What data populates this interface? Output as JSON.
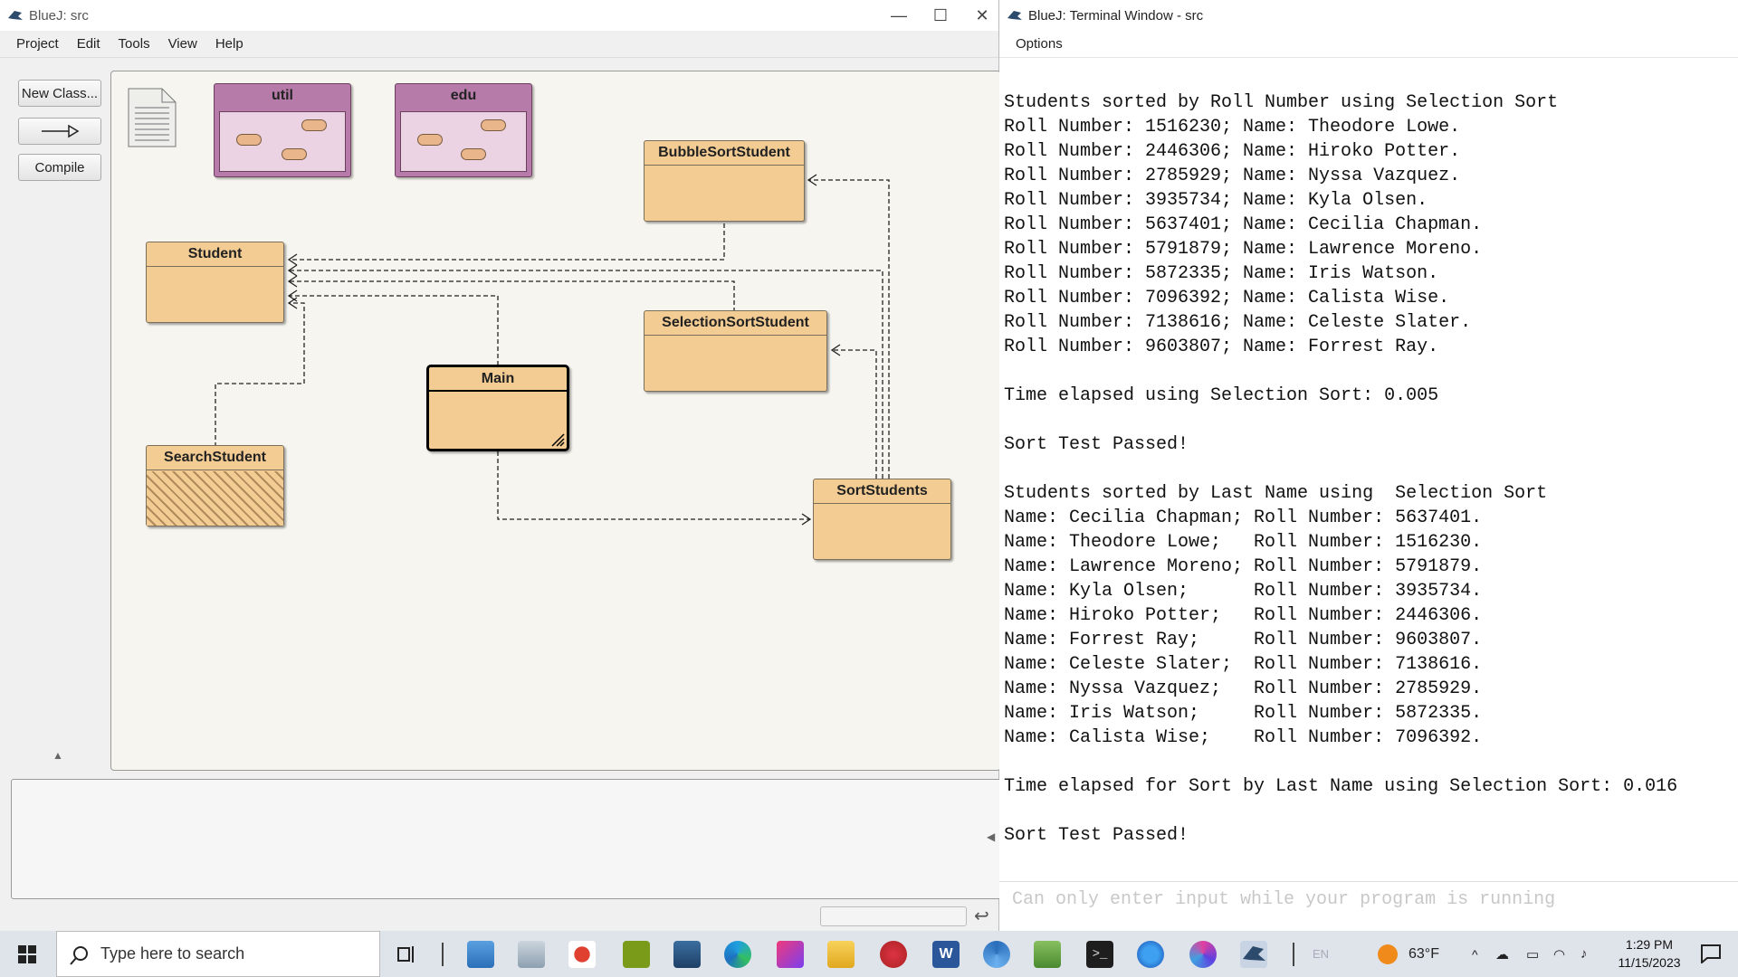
{
  "bluej": {
    "title": "BlueJ:  src",
    "menu": [
      "Project",
      "Edit",
      "Tools",
      "View",
      "Help"
    ],
    "sidebar": {
      "new_class": "New Class...",
      "arrow": "—▷",
      "compile": "Compile"
    },
    "packages": [
      {
        "name": "util"
      },
      {
        "name": "edu"
      }
    ],
    "classes": {
      "bubble": "BubbleSortStudent",
      "student": "Student",
      "selection": "SelectionSortStudent",
      "main": "Main",
      "search": "SearchStudent",
      "sort": "SortStudents"
    }
  },
  "terminal": {
    "title": "BlueJ: Terminal Window - src",
    "menu": "Options",
    "lines": [
      "Students sorted by Roll Number using Selection Sort",
      "Roll Number: 1516230; Name: Theodore Lowe.",
      "Roll Number: 2446306; Name: Hiroko Potter.",
      "Roll Number: 2785929; Name: Nyssa Vazquez.",
      "Roll Number: 3935734; Name: Kyla Olsen.",
      "Roll Number: 5637401; Name: Cecilia Chapman.",
      "Roll Number: 5791879; Name: Lawrence Moreno.",
      "Roll Number: 5872335; Name: Iris Watson.",
      "Roll Number: 7096392; Name: Calista Wise.",
      "Roll Number: 7138616; Name: Celeste Slater.",
      "Roll Number: 9603807; Name: Forrest Ray.",
      "",
      "Time elapsed using Selection Sort: 0.005",
      "",
      "Sort Test Passed!",
      "",
      "Students sorted by Last Name using  Selection Sort",
      "Name: Cecilia Chapman; Roll Number: 5637401.",
      "Name: Theodore Lowe;   Roll Number: 1516230.",
      "Name: Lawrence Moreno; Roll Number: 5791879.",
      "Name: Kyla Olsen;      Roll Number: 3935734.",
      "Name: Hiroko Potter;   Roll Number: 2446306.",
      "Name: Forrest Ray;     Roll Number: 9603807.",
      "Name: Celeste Slater;  Roll Number: 7138616.",
      "Name: Nyssa Vazquez;   Roll Number: 2785929.",
      "Name: Iris Watson;     Roll Number: 5872335.",
      "Name: Calista Wise;    Roll Number: 7096392.",
      "",
      "Time elapsed for Sort by Last Name using Selection Sort: 0.016",
      "",
      "Sort Test Passed!"
    ],
    "input_placeholder": "Can only enter input while your program is running"
  },
  "taskbar": {
    "search_placeholder": "Type here to search",
    "weather": "63°F",
    "time": "1:29 PM",
    "date": "11/15/2023",
    "lang": "EN"
  },
  "icons": [
    "windows-start-icon",
    "search-icon",
    "task-view-icon",
    "chrome-icon",
    "edge-icon",
    "file-explorer-icon",
    "word-icon",
    "terminal-icon",
    "firefox-icon",
    "bluej-icon",
    "notification-icon"
  ],
  "colors": {
    "class_fill": "#f2cc93",
    "package_fill": "#b77ba9",
    "package_inner": "#ecd3e4"
  }
}
